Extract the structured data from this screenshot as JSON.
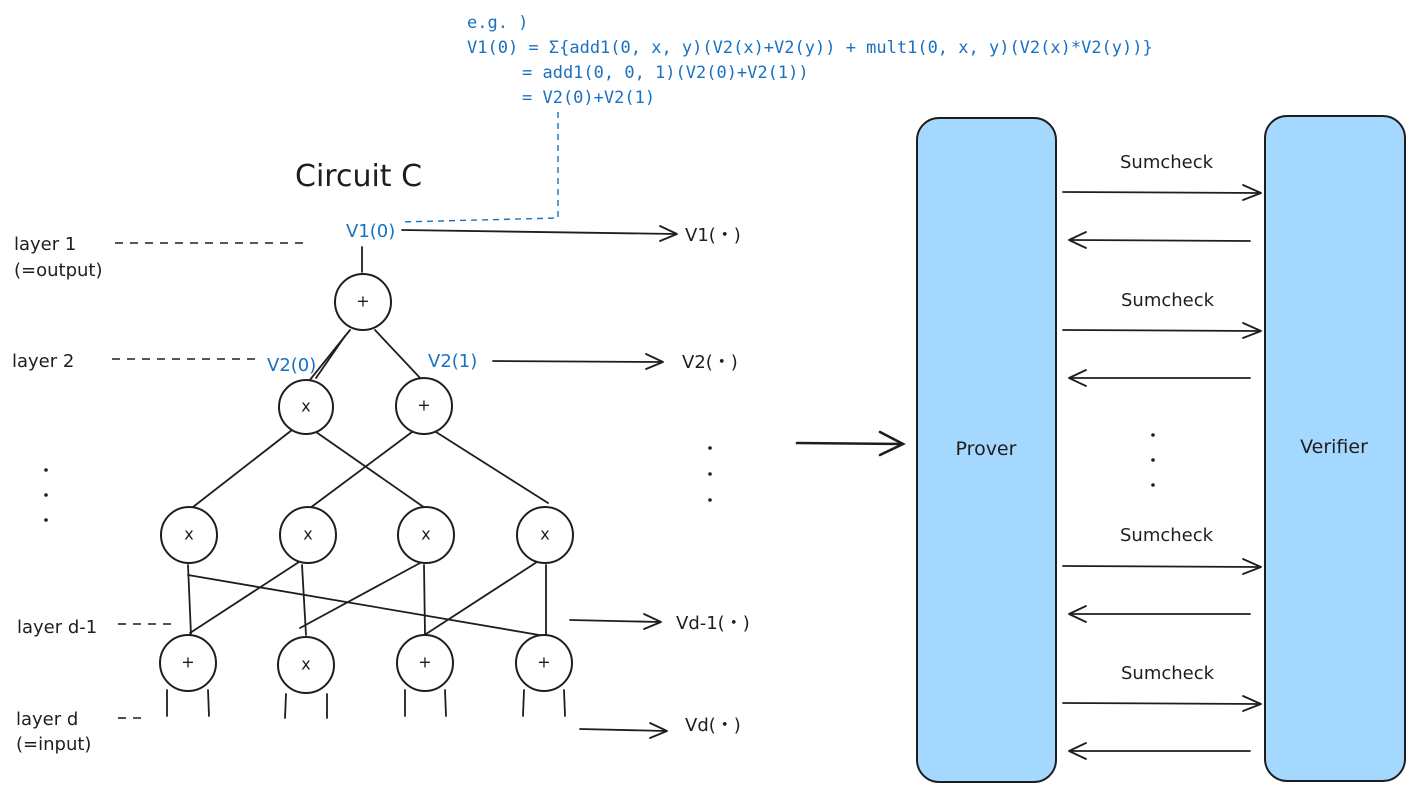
{
  "example": {
    "line1": "e.g. )",
    "line2": "V1(0) = Σ{add1(0, x, y)(V2(x)+V2(y)) + mult1(0, x, y)(V2(x)*V2(y))}",
    "line3": "= add1(0, 0, 1)(V2(0)+V2(1))",
    "line4": "= V2(0)+V2(1)"
  },
  "circuit": {
    "title": "Circuit C",
    "layer_labels": [
      "layer 1",
      "(=output)",
      "layer 2",
      "layer d-1",
      "layer d",
      "(=input)"
    ],
    "value_labels": {
      "v1_0": "V1(0)",
      "v2_0": "V2(0)",
      "v2_1": "V2(1)"
    },
    "outputs": [
      "V1(・)",
      "V2(・)",
      "Vd-1(・)",
      "Vd(・)"
    ],
    "gates": {
      "layer1": [
        "+"
      ],
      "layer2": [
        "x",
        "+"
      ],
      "layer3": [
        "x",
        "x",
        "x",
        "x"
      ],
      "layer_d_minus_1": [
        "+",
        "x",
        "+",
        "+"
      ]
    }
  },
  "protocol": {
    "prover_label": "Prover",
    "verifier_label": "Verifier",
    "rounds": [
      "Sumcheck",
      "Sumcheck",
      "Sumcheck",
      "Sumcheck"
    ]
  },
  "colors": {
    "panel_fill": "#a5d8ff",
    "accent_blue": "#1971c2",
    "ink": "#1e1e1e"
  }
}
